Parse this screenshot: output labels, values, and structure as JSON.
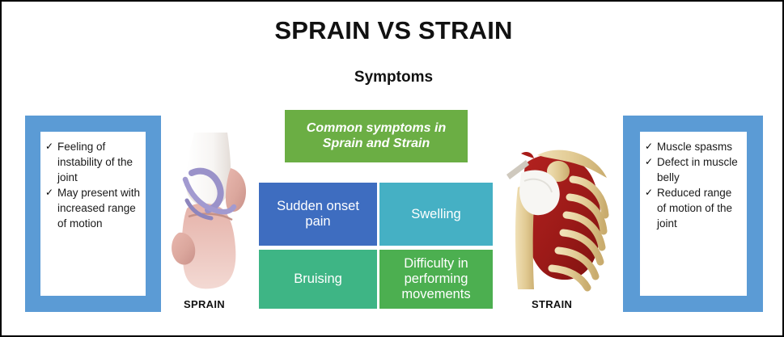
{
  "title": "SPRAIN VS STRAIN",
  "subtitle": "Symptoms",
  "left_panel": {
    "caption": "SPRAIN",
    "illustration": "knee-joint-ligament-illustration",
    "items": [
      {
        "mark": "✓",
        "text": "Feeling of instability of the joint"
      },
      {
        "mark": "✓",
        "text": "May present with increased range of motion"
      }
    ]
  },
  "right_panel": {
    "caption": "STRAIN",
    "illustration": "shoulder-muscle-tendon-illustration",
    "items": [
      {
        "mark": "✓",
        "text": "Muscle spasms"
      },
      {
        "mark": "✓",
        "text": "Defect in muscle belly"
      },
      {
        "mark": "✓",
        "text": "Reduced range of motion of the joint"
      }
    ]
  },
  "center": {
    "header": "Common symptoms in Sprain and Strain",
    "boxes": [
      {
        "label": "Sudden onset pain",
        "color": "#3E6DC0"
      },
      {
        "label": "Swelling",
        "color": "#45B0C4"
      },
      {
        "label": "Bruising",
        "color": "#3EB585"
      },
      {
        "label": "Difficulty in performing movements",
        "color": "#4CAF50"
      }
    ]
  },
  "colors": {
    "panel_frame": "#5B9BD5",
    "header_green": "#6BAE44",
    "border": "#000000",
    "background": "#FFFFFF"
  }
}
